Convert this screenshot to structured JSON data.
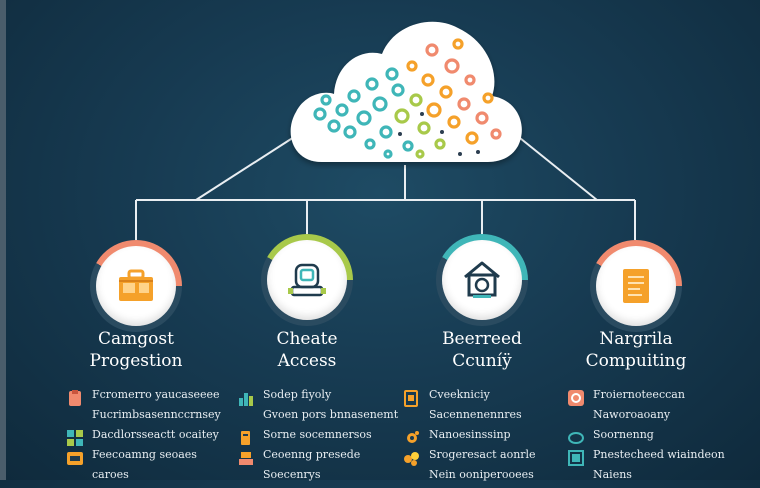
{
  "colors": {
    "background": "#173b52",
    "connector": "#e9eef2",
    "salmon": "#f08a6e",
    "green": "#a8c94a",
    "teal": "#3fb6b8",
    "orange": "#f5a12a",
    "cream": "#f6d9a8"
  },
  "cloud": {
    "icon": "cloud-network-icon"
  },
  "nodes": [
    {
      "icon": "briefcase-icon",
      "ring_color": "#f08a6e",
      "title_line1": "Camgost",
      "title_line2": "Progestion"
    },
    {
      "icon": "robot-icon",
      "ring_color": "#a8c94a",
      "title_line1": "Cheate",
      "title_line2": "Access"
    },
    {
      "icon": "home-server-icon",
      "ring_color": "#3fb6b8",
      "title_line1": "Beerreed",
      "title_line2": "Ccuníÿ"
    },
    {
      "icon": "document-icon",
      "ring_color": "#f08a6e",
      "title_line1": "Nargrila",
      "title_line2": "Compuiting"
    }
  ],
  "lists": [
    {
      "items": [
        {
          "icon": "clipboard-icon",
          "text": "Fcromerro yaucaseeee"
        },
        {
          "icon": "none",
          "text": "Fucrimbsasennccrnsey"
        },
        {
          "icon": "grid-icon",
          "text": "Dacdlorsseactt ocaitey"
        },
        {
          "icon": "folder-icon",
          "text": "Feecoamng seoaes"
        },
        {
          "icon": "none",
          "text": "caroes"
        }
      ]
    },
    {
      "items": [
        {
          "icon": "bar-chart-icon",
          "text": "Sodep fiyoly"
        },
        {
          "icon": "none",
          "text": "Gvoen pors bnnasenemt"
        },
        {
          "icon": "book-icon",
          "text": "Sorne socemnersos"
        },
        {
          "icon": "stack-icon",
          "text": "Ceoenng presede"
        },
        {
          "icon": "none",
          "text": "Soecenrys"
        }
      ]
    },
    {
      "items": [
        {
          "icon": "document-icon",
          "text": "Cveekniciy"
        },
        {
          "icon": "none",
          "text": "Sacennenennres"
        },
        {
          "icon": "gear-icon",
          "text": "Nanoesinssinp"
        },
        {
          "icon": "coins-icon",
          "text": "Srogeresact aonrle"
        },
        {
          "icon": "none",
          "text": "Nein ooniperooees"
        }
      ]
    },
    {
      "items": [
        {
          "icon": "spiral-icon",
          "text": "Froiernoteeccan"
        },
        {
          "icon": "none",
          "text": "Naworoaoany"
        },
        {
          "icon": "chat-icon",
          "text": "Soornenng"
        },
        {
          "icon": "photo-icon",
          "text": "Pnestecheed wiaindeon"
        },
        {
          "icon": "none",
          "text": "Naiens"
        }
      ]
    }
  ]
}
